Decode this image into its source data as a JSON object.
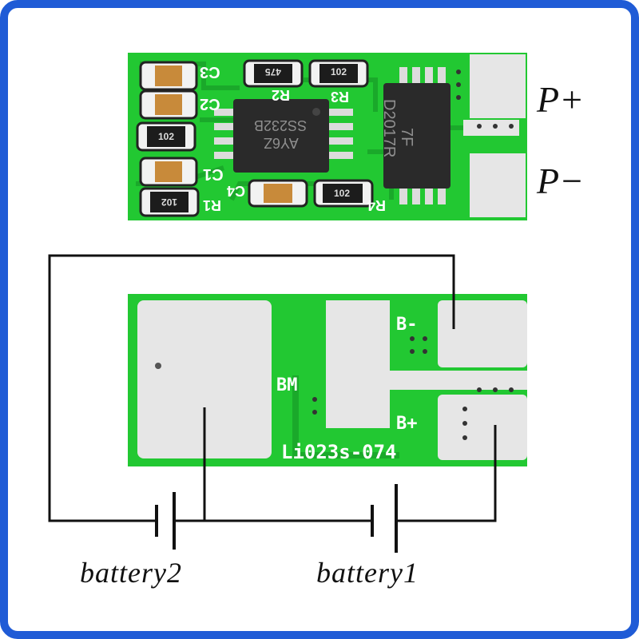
{
  "labels": {
    "p_plus": "P+",
    "p_minus": "P−",
    "battery2": "battery2",
    "battery1": "battery1"
  },
  "board_top": {
    "silk": [
      "C3",
      "C2",
      "C1",
      "R2",
      "R3",
      "R4",
      "R1",
      "C4"
    ],
    "resistor_codes": [
      "475",
      "102",
      "102",
      "102",
      "102"
    ],
    "ic1_marking": [
      "SS232B",
      "AY6Z"
    ],
    "ic2_marking": [
      "7F",
      "D2017R"
    ]
  },
  "board_bottom": {
    "silk": [
      "B-",
      "BM",
      "B+"
    ],
    "part_number": "Li023s-074"
  },
  "colors": {
    "frame": "#1f5bd6",
    "pcb": "#22c832",
    "pad": "#e6e6e6",
    "wire": "#111111"
  }
}
